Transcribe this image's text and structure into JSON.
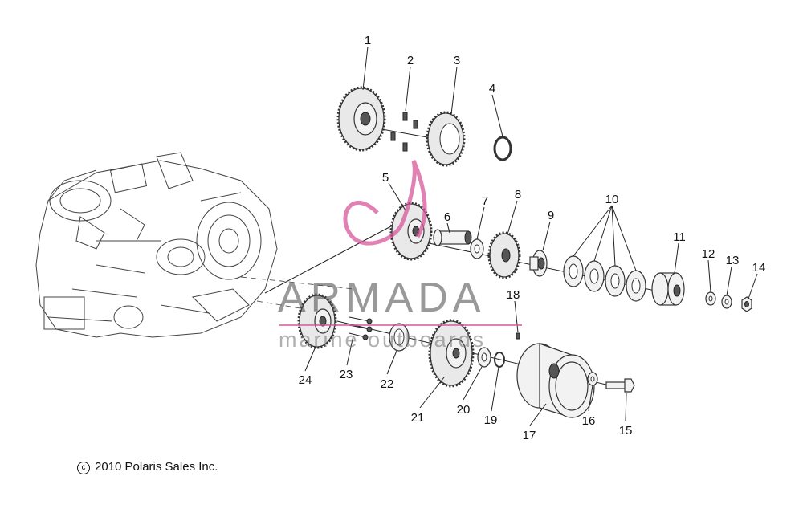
{
  "callouts": [
    {
      "id": "1",
      "label": "1"
    },
    {
      "id": "2",
      "label": "2"
    },
    {
      "id": "3",
      "label": "3"
    },
    {
      "id": "4",
      "label": "4"
    },
    {
      "id": "5",
      "label": "5"
    },
    {
      "id": "6",
      "label": "6"
    },
    {
      "id": "7",
      "label": "7"
    },
    {
      "id": "8",
      "label": "8"
    },
    {
      "id": "9",
      "label": "9"
    },
    {
      "id": "10",
      "label": "10"
    },
    {
      "id": "11",
      "label": "11"
    },
    {
      "id": "12",
      "label": "12"
    },
    {
      "id": "13",
      "label": "13"
    },
    {
      "id": "14",
      "label": "14"
    },
    {
      "id": "15",
      "label": "15"
    },
    {
      "id": "16",
      "label": "16"
    },
    {
      "id": "17",
      "label": "17"
    },
    {
      "id": "18",
      "label": "18"
    },
    {
      "id": "19",
      "label": "19"
    },
    {
      "id": "20",
      "label": "20"
    },
    {
      "id": "21",
      "label": "21"
    },
    {
      "id": "22",
      "label": "22"
    },
    {
      "id": "23",
      "label": "23"
    },
    {
      "id": "24",
      "label": "24"
    }
  ],
  "copyright": {
    "symbol": "c",
    "text": "2010 Polaris Sales Inc."
  },
  "watermark": {
    "title": "ARMADA",
    "subtitle": "marine outboards",
    "color": "#d7569a"
  }
}
